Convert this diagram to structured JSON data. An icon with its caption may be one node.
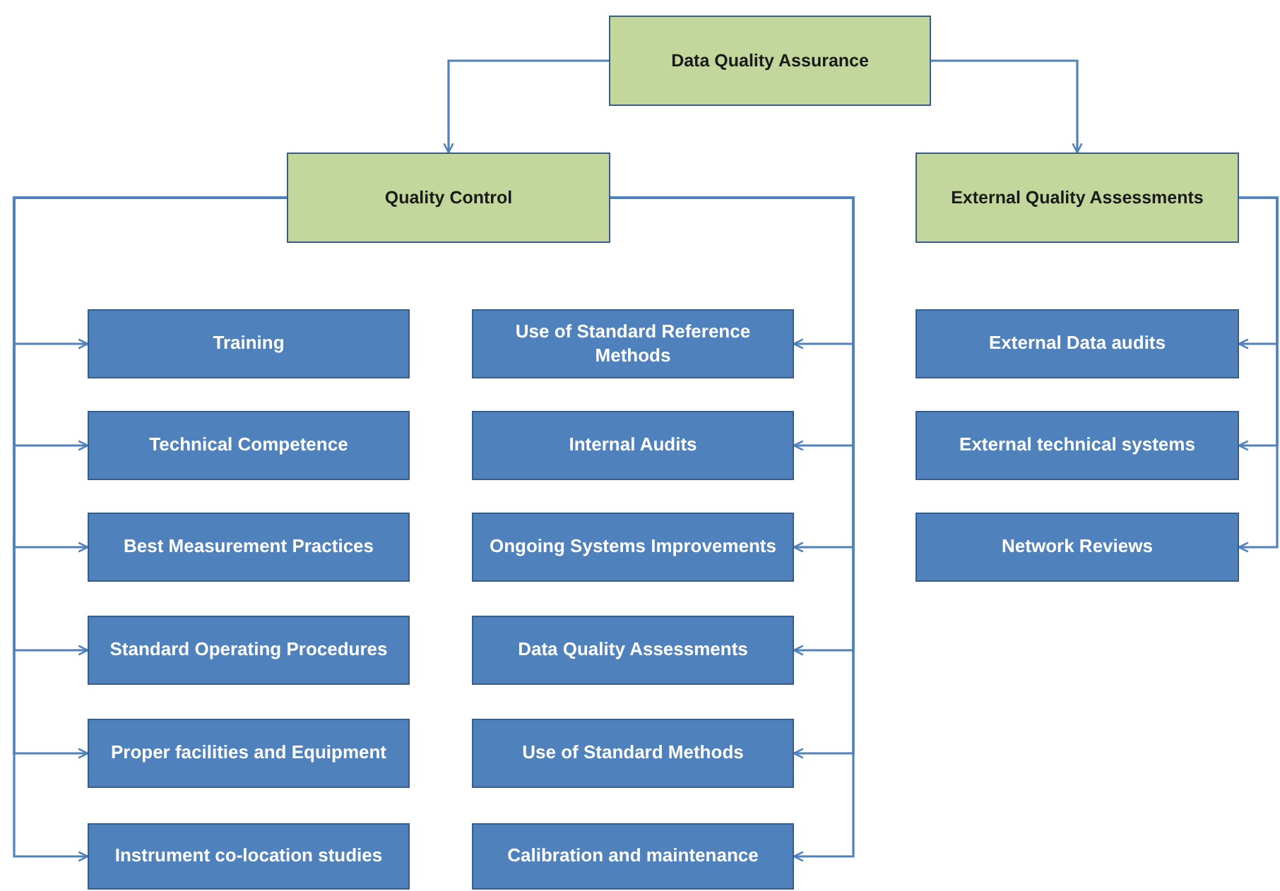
{
  "diagram": {
    "nodes": [
      {
        "text": [
          "Data Quality Assurance"
        ]
      },
      {
        "text": [
          "Quality Control"
        ]
      },
      {
        "text": [
          "External Quality Assessments"
        ]
      },
      {
        "text": [
          "Training"
        ]
      },
      {
        "text": [
          "Technical Competence"
        ]
      },
      {
        "text": [
          "Best Measurement Practices"
        ]
      },
      {
        "text": [
          "Standard Operating Procedures"
        ]
      },
      {
        "text": [
          "Proper facilities and Equipment"
        ]
      },
      {
        "text": [
          "Instrument co-location studies"
        ]
      },
      {
        "text": [
          "Use of Standard Reference Methods"
        ]
      },
      {
        "text": [
          "Internal Audits"
        ]
      },
      {
        "text": [
          "Ongoing Systems Improvements"
        ]
      },
      {
        "text": [
          "Data Quality Assessments"
        ]
      },
      {
        "text": [
          "Use of Standard Methods"
        ]
      },
      {
        "text": [
          "Calibration and maintenance"
        ]
      },
      {
        "text": [
          "External Data audits"
        ]
      },
      {
        "text": [
          "External technical systems"
        ]
      },
      {
        "text": [
          "Network Reviews"
        ]
      }
    ],
    "edges": [
      {
        "from": 0,
        "to": 1,
        "arrow": "to"
      },
      {
        "from": 0,
        "to": 2,
        "arrow": "to"
      },
      {
        "from": 1,
        "to": 3,
        "arrow": "to"
      },
      {
        "from": 1,
        "to": 4,
        "arrow": "to"
      },
      {
        "from": 1,
        "to": 5,
        "arrow": "to"
      },
      {
        "from": 1,
        "to": 6,
        "arrow": "to"
      },
      {
        "from": 1,
        "to": 7,
        "arrow": "to"
      },
      {
        "from": 1,
        "to": 8,
        "arrow": "to"
      },
      {
        "from": 1,
        "to": 9,
        "arrow": "to"
      },
      {
        "from": 1,
        "to": 10,
        "arrow": "to"
      },
      {
        "from": 1,
        "to": 11,
        "arrow": "to"
      },
      {
        "from": 1,
        "to": 12,
        "arrow": "to"
      },
      {
        "from": 1,
        "to": 13,
        "arrow": "to"
      },
      {
        "from": 1,
        "to": 14,
        "arrow": "to"
      },
      {
        "from": 2,
        "to": 15,
        "arrow": "to"
      },
      {
        "from": 2,
        "to": 16,
        "arrow": "to"
      },
      {
        "from": 2,
        "to": 17,
        "arrow": "to"
      }
    ]
  }
}
